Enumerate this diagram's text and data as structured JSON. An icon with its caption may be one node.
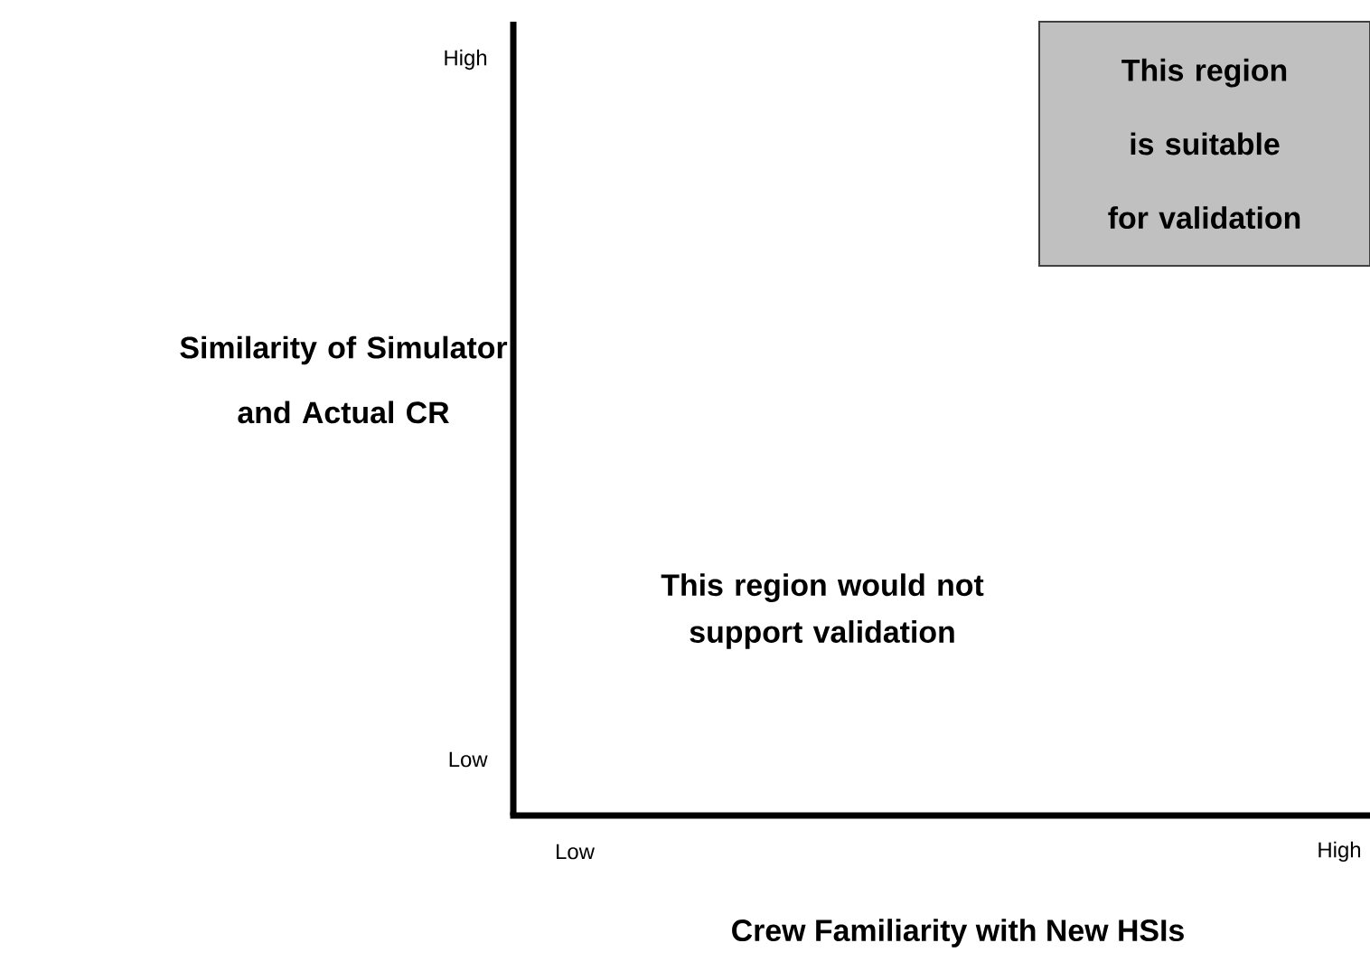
{
  "diagram": {
    "nodes": [
      {
        "text": [
          "This region is suitable for validation"
        ]
      }
    ],
    "edges": [],
    "labels": [
      "High",
      "Similarity of Simulator and Actual CR",
      "This region would not support validation",
      "Low",
      "Low",
      "High",
      "Crew Familiarity with New HSIs"
    ]
  }
}
